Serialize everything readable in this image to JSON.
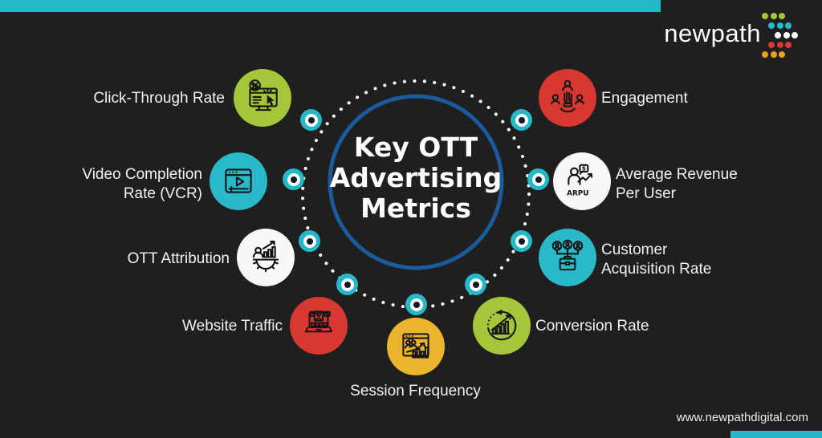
{
  "page": {
    "background": "#1f1f1f",
    "accent_teal": "#25b9c8"
  },
  "brand": {
    "logo_text": "newpath",
    "logo_dot_colors": {
      "green": "#a5c63b",
      "teal": "#29b9c9",
      "white": "#ffffff",
      "red": "#d7382f",
      "yellow": "#e8a21f"
    }
  },
  "center": {
    "title_lines": [
      "Key OTT",
      "Advertising",
      "Metrics"
    ],
    "ring_color": "#1a5b9c",
    "dot_color": "#ffffff"
  },
  "metrics": [
    {
      "label": "Click-Through Rate",
      "icon": "click-through-rate-icon",
      "color": "#a5c63b"
    },
    {
      "label": "Video Completion\nRate (VCR)",
      "icon": "video-completion-rate-icon",
      "color": "#29b9c9"
    },
    {
      "label": "OTT Attribution",
      "icon": "ott-attribution-icon",
      "color": "#f8f8f8"
    },
    {
      "label": "Website Traffic",
      "icon": "website-traffic-icon",
      "color": "#d7382f"
    },
    {
      "label": "Session Frequency",
      "icon": "session-frequency-icon",
      "color": "#eab42c"
    },
    {
      "label": "Conversion Rate",
      "icon": "conversion-rate-icon",
      "color": "#a5c63b"
    },
    {
      "label": "Customer\nAcquisition Rate",
      "icon": "customer-acquisition-rate-icon",
      "color": "#29b9c9"
    },
    {
      "label": "Average Revenue\nPer User",
      "icon": "average-revenue-per-user-icon",
      "color": "#f8f8f8",
      "icon_text": "ARPU",
      "icon_symbol": "$"
    },
    {
      "label": "Engagement",
      "icon": "engagement-icon",
      "color": "#d7382f"
    }
  ],
  "footer": {
    "website": "www.newpathdigital.com"
  }
}
